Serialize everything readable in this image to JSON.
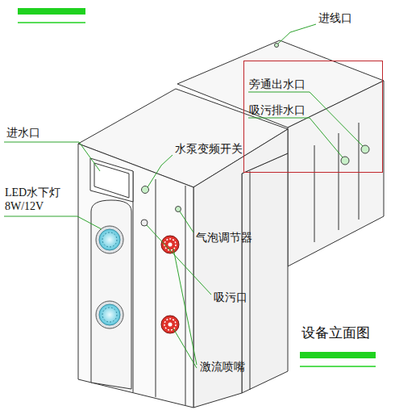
{
  "diagram": {
    "title": "设备立面图",
    "nodes": [
      {
        "text": [
          "旁通出水口",
          "吸污排水口"
        ]
      }
    ],
    "labels": [
      "进线口",
      "进水口",
      "水泵变频开关",
      "LED水下灯 8W/12V",
      "气泡调节器",
      "吸污口",
      "激流喷嘴"
    ]
  }
}
